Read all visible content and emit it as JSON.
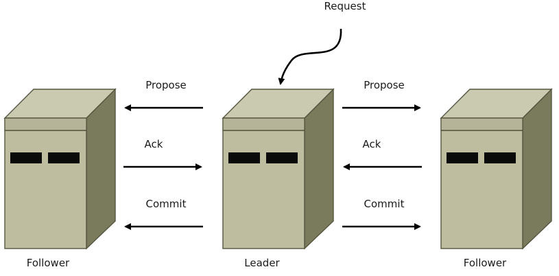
{
  "nodes": {
    "left": {
      "label": "Follower"
    },
    "center": {
      "label": "Leader"
    },
    "right": {
      "label": "Follower"
    }
  },
  "request": {
    "label": "Request"
  },
  "messages": {
    "left": {
      "propose": "Propose",
      "ack": "Ack",
      "commit": "Commit"
    },
    "right": {
      "propose": "Propose",
      "ack": "Ack",
      "commit": "Commit"
    }
  },
  "colors": {
    "server_front": "#bfbda0",
    "server_top": "#cacab0",
    "server_side": "#7a7a5c",
    "slot": "#0a0a0a",
    "arrow": "#000000"
  }
}
